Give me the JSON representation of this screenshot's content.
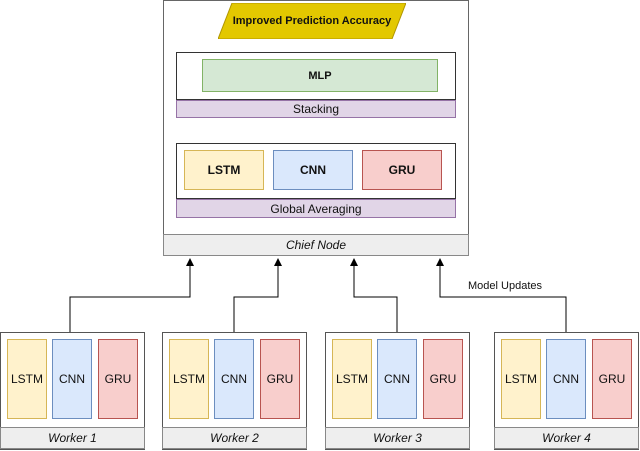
{
  "output": {
    "label": "Improved Prediction Accuracy",
    "color": "#e3c800"
  },
  "chief": {
    "footer": "Chief Node",
    "meta_model": "MLP",
    "stacking_label": "Stacking",
    "averaging_label": "Global Averaging",
    "models": [
      "LSTM",
      "CNN",
      "GRU"
    ]
  },
  "workers": [
    {
      "name": "Worker 1",
      "models": [
        "LSTM",
        "CNN",
        "GRU"
      ]
    },
    {
      "name": "Worker 2",
      "models": [
        "LSTM",
        "CNN",
        "GRU"
      ]
    },
    {
      "name": "Worker 3",
      "models": [
        "LSTM",
        "CNN",
        "GRU"
      ]
    },
    {
      "name": "Worker 4",
      "models": [
        "LSTM",
        "CNN",
        "GRU"
      ]
    }
  ],
  "edge_label": "Model Updates",
  "colors": {
    "lstm": "#fff2cc",
    "cnn": "#dae8fc",
    "gru": "#f8cecc",
    "mlp": "#d5e8d4",
    "strip": "#e1d5e7",
    "footer": "#eeeeee"
  }
}
